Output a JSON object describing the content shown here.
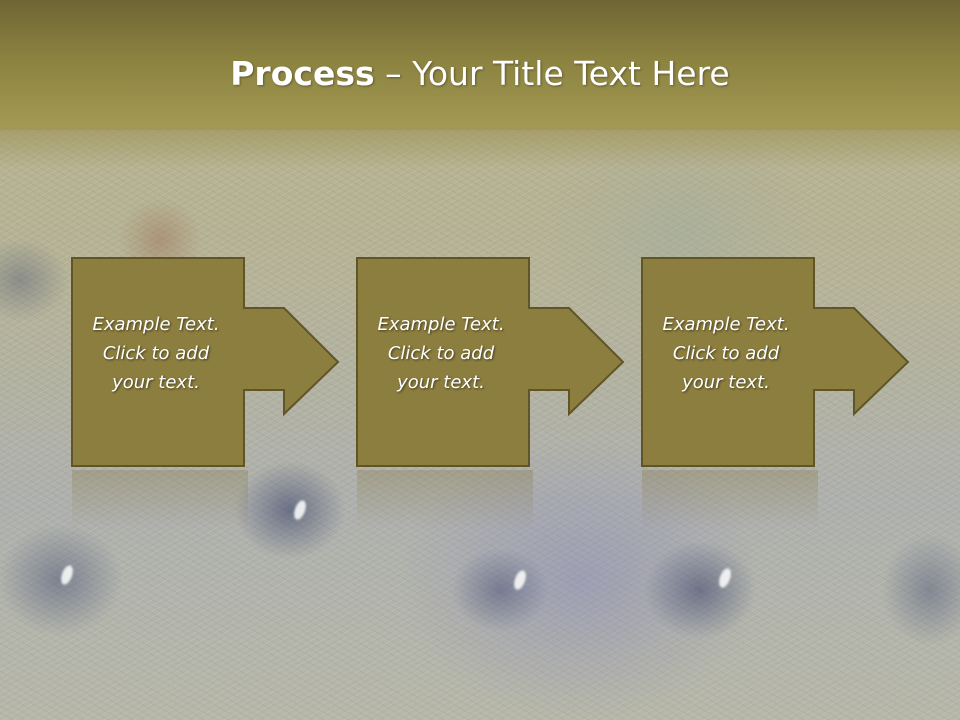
{
  "slide": {
    "title_bold": "Process",
    "title_separator": " – ",
    "title_rest": "Your Title Text Here"
  },
  "steps": [
    {
      "line1": "Example Text.",
      "line2": "Click  to add",
      "line3": "your text."
    },
    {
      "line1": "Example Text.",
      "line2": "Click  to add",
      "line3": "your text."
    },
    {
      "line1": "Example Text.",
      "line2": "Click  to add",
      "line3": "your text."
    }
  ],
  "colors": {
    "box_fill": "#8c7e3e",
    "box_border": "#5f5527",
    "title_text": "#ffffff",
    "header_band": "#8b8240"
  }
}
